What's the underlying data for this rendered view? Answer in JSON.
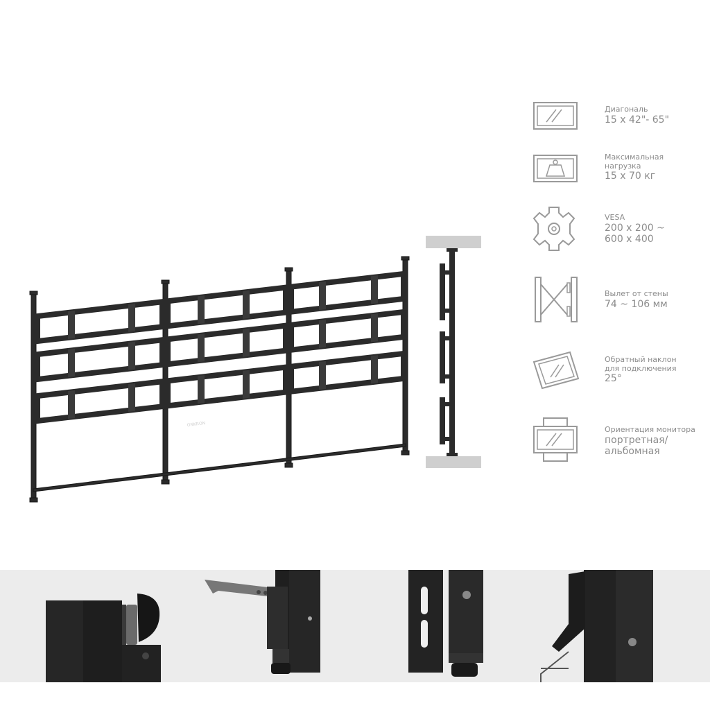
{
  "brand": {
    "logo_text": "ONKRON"
  },
  "specs": [
    {
      "icon": "diagonal-icon",
      "label": "Диагональ",
      "value": "15 x 42\"- 65\""
    },
    {
      "icon": "weight-icon",
      "label_line1": "Максимальная",
      "label_line2": "нагрузка",
      "value": "15 x 70 кг"
    },
    {
      "icon": "vesa-icon",
      "label": "VESA",
      "value_line1": "200 x 200 ~",
      "value_line2": "600 x 400"
    },
    {
      "icon": "wall-distance-icon",
      "label": "Вылет от стены",
      "value": "74 ~ 106 мм"
    },
    {
      "icon": "tilt-icon",
      "label_line1": "Обратный наклон",
      "label_line2": "для подключения",
      "value": "25°"
    },
    {
      "icon": "orientation-icon",
      "label": "Ориентация монитора",
      "value_line1": "портретная/",
      "value_line2": "альбомная"
    }
  ],
  "colors": {
    "metal": "#2b2b2b",
    "icon_stroke": "#9a9a9a",
    "text": "#8c8c8c",
    "strip_bg": "#ececec"
  }
}
